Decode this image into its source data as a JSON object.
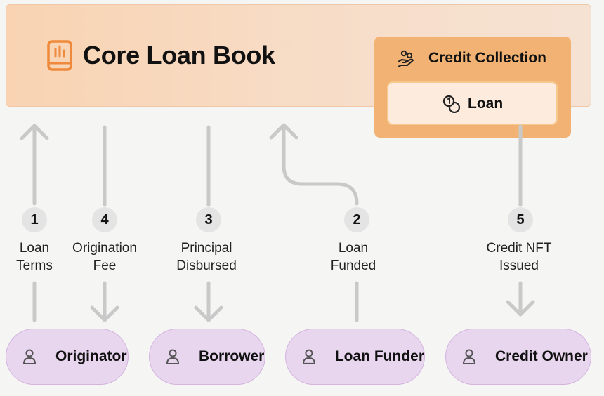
{
  "core": {
    "title": "Core Loan Book",
    "icon": "ledger-book-icon"
  },
  "collection": {
    "label": "Credit Collection",
    "icon": "hand-coins-icon"
  },
  "loan": {
    "label": "Loan",
    "icon": "coins-icon"
  },
  "steps": [
    {
      "number": "1",
      "line1": "Loan",
      "line2": "Terms"
    },
    {
      "number": "4",
      "line1": "Origination",
      "line2": "Fee"
    },
    {
      "number": "3",
      "line1": "Principal",
      "line2": "Disbursed"
    },
    {
      "number": "2",
      "line1": "Loan",
      "line2": "Funded"
    },
    {
      "number": "5",
      "line1": "Credit NFT",
      "line2": "Issued"
    }
  ],
  "actors": [
    {
      "label": "Originator",
      "icon": "person-icon"
    },
    {
      "label": "Borrower",
      "icon": "person-icon"
    },
    {
      "label": "Loan Funder",
      "icon": "person-icon"
    },
    {
      "label": "Credit Owner",
      "icon": "person-icon"
    }
  ],
  "colors": {
    "core_box": "#f9d3b2",
    "collection_box": "#f1b274",
    "loan_box": "#fdebdd",
    "actor_pill": "#e8d5ee",
    "arrow": "#c9c9c9",
    "badge": "#e4e4e4"
  }
}
